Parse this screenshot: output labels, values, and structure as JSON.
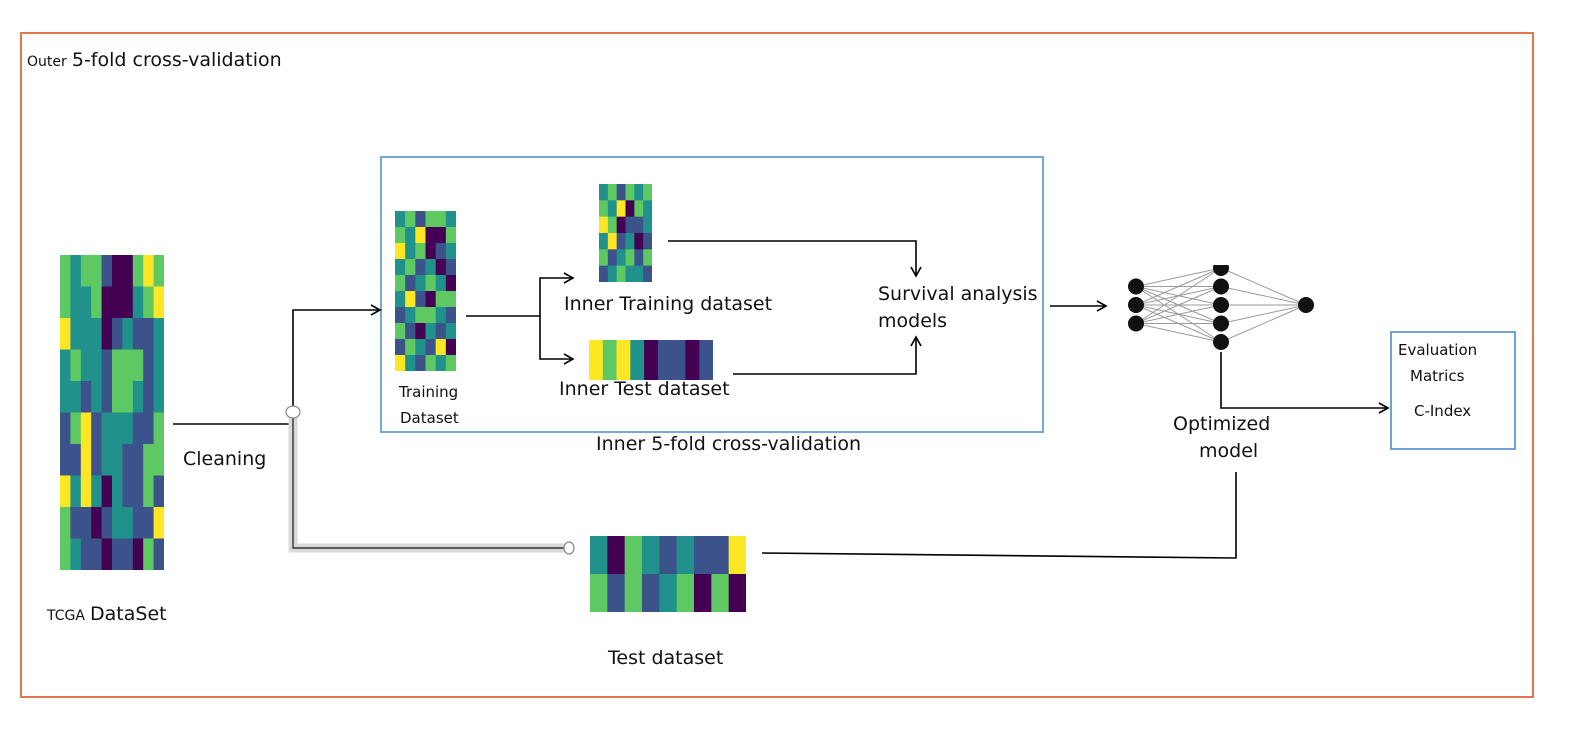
{
  "labels": {
    "outer_small": "Outer",
    "outer_main": "5-fold cross-validation",
    "tcga_small": "TCGA",
    "tcga_main": "DataSet",
    "cleaning": "Cleaning",
    "training_dataset_1": "Training",
    "training_dataset_2": "Dataset",
    "inner_training": "Inner Training dataset",
    "inner_test": "Inner Test dataset",
    "survival_1": "Survival analysis",
    "survival_2": "models",
    "inner_cv": "Inner 5-fold cross-validation",
    "optimized_1": "Optimized",
    "optimized_2": "model",
    "test_dataset": "Test dataset",
    "eval_1": "Evaluation",
    "eval_2": "Matrics",
    "eval_3": "C-Index"
  },
  "colors": {
    "outer_border": "#e2764f",
    "inner_border": "#7aa6d6",
    "viridis": [
      "#440154",
      "#3b528b",
      "#21918c",
      "#5ec962",
      "#fde725"
    ]
  },
  "heatmaps": {
    "tcga": {
      "cols": 10,
      "rows": 10,
      "cells": [
        [
          3,
          2,
          3,
          3,
          1,
          0,
          0,
          3,
          4,
          3
        ],
        [
          3,
          2,
          2,
          3,
          0,
          0,
          0,
          2,
          3,
          4
        ],
        [
          4,
          2,
          2,
          2,
          0,
          1,
          2,
          1,
          1,
          2
        ],
        [
          2,
          3,
          2,
          2,
          1,
          3,
          3,
          3,
          1,
          2
        ],
        [
          2,
          2,
          1,
          2,
          1,
          3,
          3,
          2,
          1,
          2
        ],
        [
          1,
          3,
          4,
          1,
          2,
          2,
          2,
          1,
          1,
          3
        ],
        [
          1,
          1,
          4,
          1,
          2,
          2,
          1,
          1,
          3,
          3
        ],
        [
          4,
          2,
          4,
          2,
          0,
          2,
          1,
          1,
          3,
          1
        ],
        [
          3,
          1,
          1,
          0,
          1,
          2,
          2,
          1,
          1,
          4
        ],
        [
          3,
          2,
          1,
          1,
          0,
          1,
          1,
          0,
          3,
          1
        ]
      ]
    },
    "training": {
      "cols": 6,
      "rows": 10,
      "cells": [
        [
          2,
          3,
          1,
          3,
          3,
          2
        ],
        [
          3,
          2,
          4,
          0,
          0,
          3
        ],
        [
          4,
          2,
          3,
          0,
          1,
          2
        ],
        [
          2,
          3,
          1,
          2,
          0,
          1
        ],
        [
          3,
          1,
          2,
          3,
          2,
          0
        ],
        [
          2,
          4,
          1,
          0,
          3,
          3
        ],
        [
          1,
          2,
          3,
          3,
          2,
          1
        ],
        [
          3,
          1,
          0,
          2,
          1,
          2
        ],
        [
          1,
          3,
          2,
          1,
          4,
          0
        ],
        [
          4,
          2,
          1,
          3,
          2,
          3
        ]
      ]
    },
    "inner_training": {
      "cols": 6,
      "rows": 6,
      "cells": [
        [
          2,
          3,
          1,
          3,
          2,
          3
        ],
        [
          3,
          2,
          4,
          0,
          3,
          2
        ],
        [
          4,
          3,
          0,
          1,
          1,
          2
        ],
        [
          2,
          4,
          1,
          2,
          0,
          1
        ],
        [
          3,
          1,
          2,
          3,
          1,
          3
        ],
        [
          1,
          2,
          3,
          2,
          2,
          1
        ]
      ]
    },
    "inner_test": {
      "cols": 9,
      "rows": 1,
      "cells": [
        [
          4,
          3,
          4,
          2,
          0,
          1,
          1,
          0,
          1
        ]
      ]
    },
    "test": {
      "cols": 9,
      "rows": 2,
      "cells": [
        [
          2,
          0,
          3,
          2,
          1,
          2,
          1,
          1,
          4
        ],
        [
          3,
          1,
          3,
          1,
          2,
          3,
          0,
          3,
          0
        ]
      ]
    }
  },
  "network": {
    "layers": [
      3,
      5,
      1
    ]
  }
}
